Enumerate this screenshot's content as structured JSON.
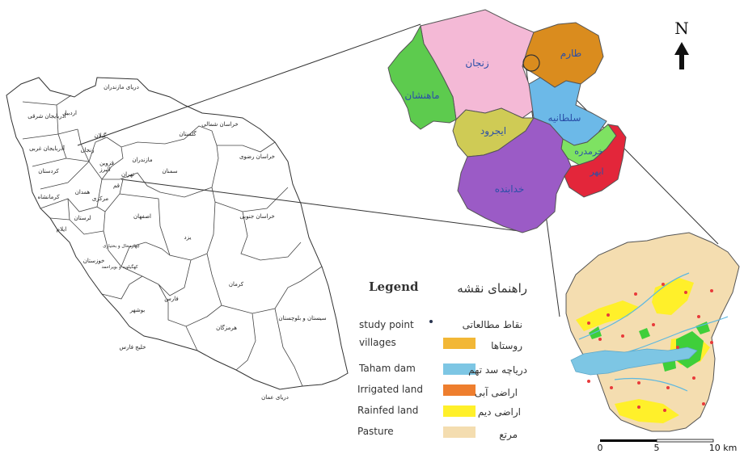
{
  "iran_map": {
    "provinces": [
      {
        "id": "azarbaijan-sharqi",
        "label": "آذربایجان شرقی"
      },
      {
        "id": "ardabil",
        "label": "اردبیل"
      },
      {
        "id": "azarbaijan-gharbi",
        "label": "آذربایجان غربی"
      },
      {
        "id": "zanjan",
        "label": "زنجان"
      },
      {
        "id": "gilan",
        "label": "گیلان"
      },
      {
        "id": "mazandaran",
        "label": "مازندران"
      },
      {
        "id": "golestan",
        "label": "گلستان"
      },
      {
        "id": "khorasan-shomali",
        "label": "خراسان شمالی"
      },
      {
        "id": "khorasan-razavi",
        "label": "خراسان رضوی"
      },
      {
        "id": "semnan",
        "label": "سمنان"
      },
      {
        "id": "tehran",
        "label": "تهران"
      },
      {
        "id": "qazvin",
        "label": "قزوین"
      },
      {
        "id": "alborz",
        "label": "البرز"
      },
      {
        "id": "qom",
        "label": "قم"
      },
      {
        "id": "markazi",
        "label": "مرکزی"
      },
      {
        "id": "hamedan",
        "label": "همدان"
      },
      {
        "id": "kordestan",
        "label": "کردستان"
      },
      {
        "id": "kermanshah",
        "label": "کرمانشاه"
      },
      {
        "id": "lorestan",
        "label": "لرستان"
      },
      {
        "id": "ilam",
        "label": "ایلام"
      },
      {
        "id": "khuzestan",
        "label": "خوزستان"
      },
      {
        "id": "isfahan",
        "label": "اصفهان"
      },
      {
        "id": "yazd",
        "label": "یزد"
      },
      {
        "id": "khorasan-jonubi",
        "label": "خراسان جنوبی"
      },
      {
        "id": "kerman",
        "label": "کرمان"
      },
      {
        "id": "sistan",
        "label": "سیستان و بلوچستان"
      },
      {
        "id": "fars",
        "label": "فارس"
      },
      {
        "id": "bushehr",
        "label": "بوشهر"
      },
      {
        "id": "hormozgan",
        "label": "هرمزگان"
      },
      {
        "id": "chaharmahal",
        "label": "چهارمحال و بختیاری"
      },
      {
        "id": "kohgiluyeh",
        "label": "کهگیلویه و بویراحمد"
      }
    ],
    "seas": [
      {
        "id": "caspian",
        "label": "دریای مازندران"
      },
      {
        "id": "persian-gulf",
        "label": "خلیج فارس"
      },
      {
        "id": "oman-sea",
        "label": "دریای عمان"
      }
    ]
  },
  "zanjan_map": {
    "counties": [
      {
        "id": "zanjan-county",
        "label": "زنجان",
        "color": "#F4B9D6"
      },
      {
        "id": "tarom",
        "label": "طارم",
        "color": "#DA8C1E"
      },
      {
        "id": "mahneshan",
        "label": "ماهنشان",
        "color": "#5DCB4E"
      },
      {
        "id": "soltaniyeh",
        "label": "سلطانیه",
        "color": "#6CB9E8"
      },
      {
        "id": "ijrud",
        "label": "ایجرود",
        "color": "#CFCB55"
      },
      {
        "id": "khorramdarreh",
        "label": "خرمدره",
        "color": "#7EE262"
      },
      {
        "id": "abhar",
        "label": "ابهر",
        "color": "#E3263A"
      },
      {
        "id": "khodabandeh",
        "label": "خدابنده",
        "color": "#9B5BC6"
      }
    ]
  },
  "compass": {
    "label": "N"
  },
  "legend": {
    "title_en": "Legend",
    "title_fa": "راهنمای نقشه",
    "items": [
      {
        "en": "study point",
        "fa": "نقاط مطالعاتی",
        "color": "#2a3550",
        "kind": "dot"
      },
      {
        "en": "villages",
        "fa": "روستاها",
        "color": "#F2B736",
        "kind": "swatch"
      },
      {
        "en": "Taham dam",
        "fa": "دریاچه سد تهم",
        "color": "#7DC6E4",
        "kind": "swatch"
      },
      {
        "en": "Irrigated land",
        "fa": "اراضی آبی",
        "color": "#EE7E2E",
        "kind": "swatch"
      },
      {
        "en": "Rainfed land",
        "fa": "اراضی دیم",
        "color": "#FFF02A",
        "kind": "swatch"
      },
      {
        "en": "Pasture",
        "fa": "مرتع",
        "color": "#F4DDB0",
        "kind": "swatch"
      }
    ]
  },
  "scale_bar": {
    "ticks": [
      "0",
      "5",
      "10 km"
    ]
  }
}
